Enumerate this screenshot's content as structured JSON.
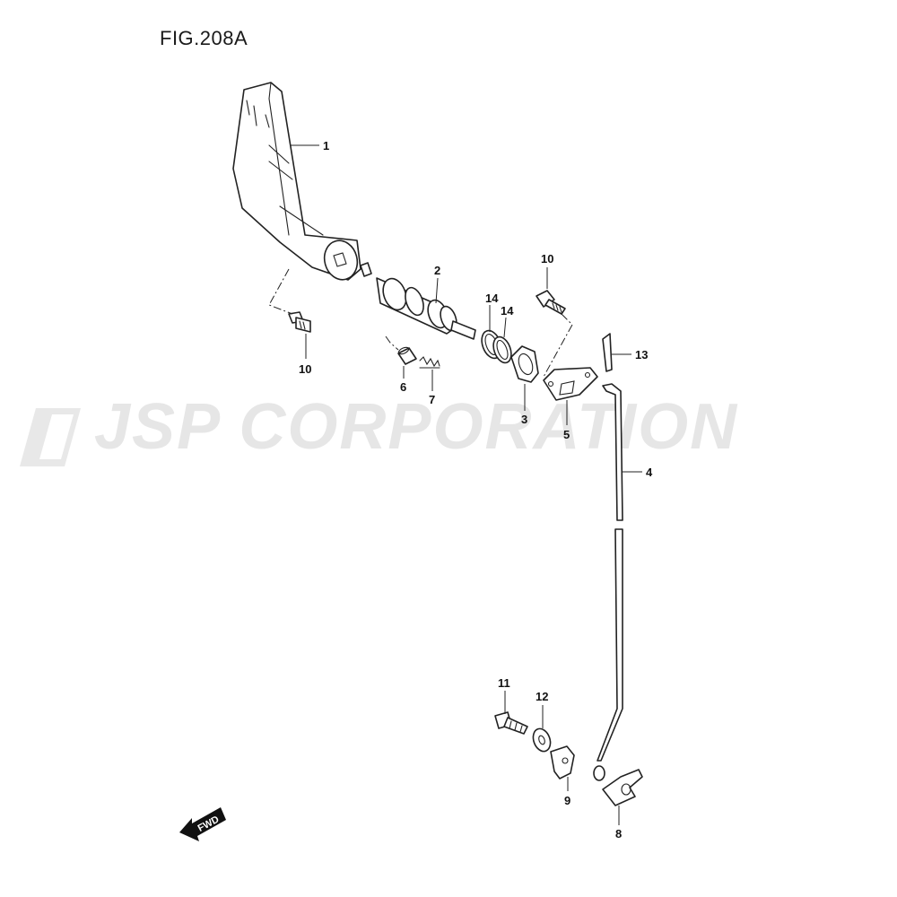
{
  "figure": {
    "title": "FIG.208A"
  },
  "watermark": {
    "text": "JSP CORPORATION"
  },
  "fwd_indicator": {
    "label": "FWD"
  },
  "callouts": {
    "c1": "1",
    "c2": "2",
    "c3": "3",
    "c4": "4",
    "c5": "5",
    "c6": "6",
    "c7": "7",
    "c8": "8",
    "c9": "9",
    "c10a": "10",
    "c10b": "10",
    "c11": "11",
    "c12": "12",
    "c13": "13",
    "c14a": "14",
    "c14b": "14"
  }
}
